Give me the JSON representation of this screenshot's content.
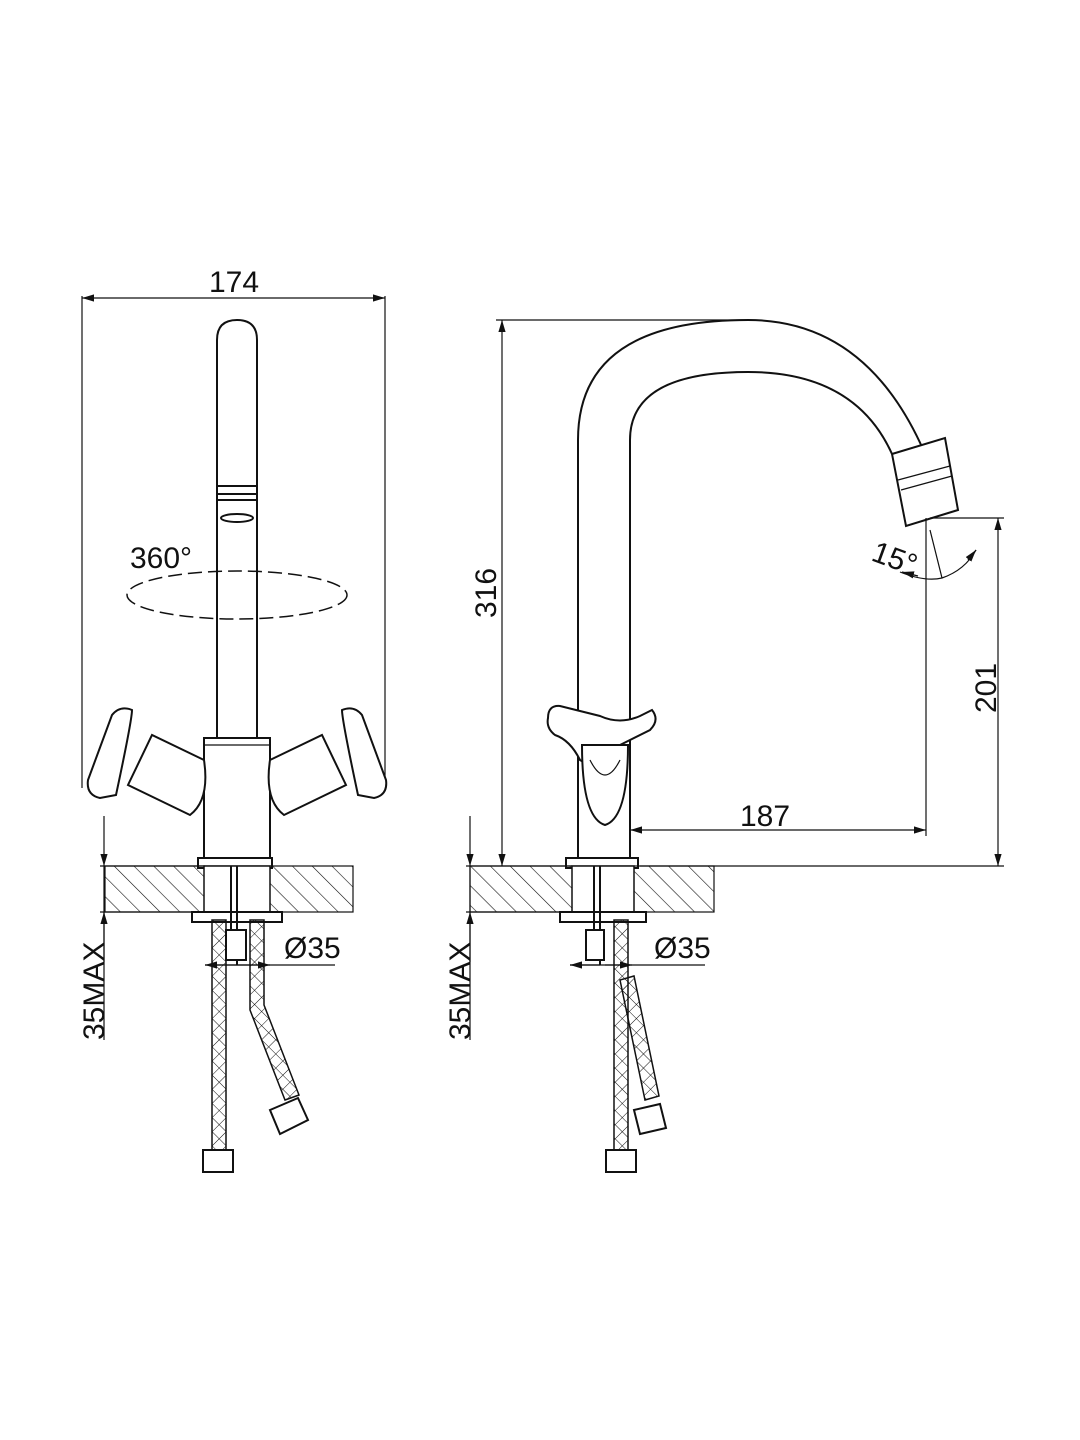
{
  "front_view": {
    "width_dim": "174",
    "rotation_label": "360°",
    "hole_dim": "Ø35",
    "deck_dim": "35MAX"
  },
  "side_view": {
    "height_dim": "316",
    "spout_height_dim": "201",
    "reach_dim": "187",
    "tilt_angle": "15°",
    "hole_dim": "Ø35",
    "deck_dim": "35MAX"
  }
}
